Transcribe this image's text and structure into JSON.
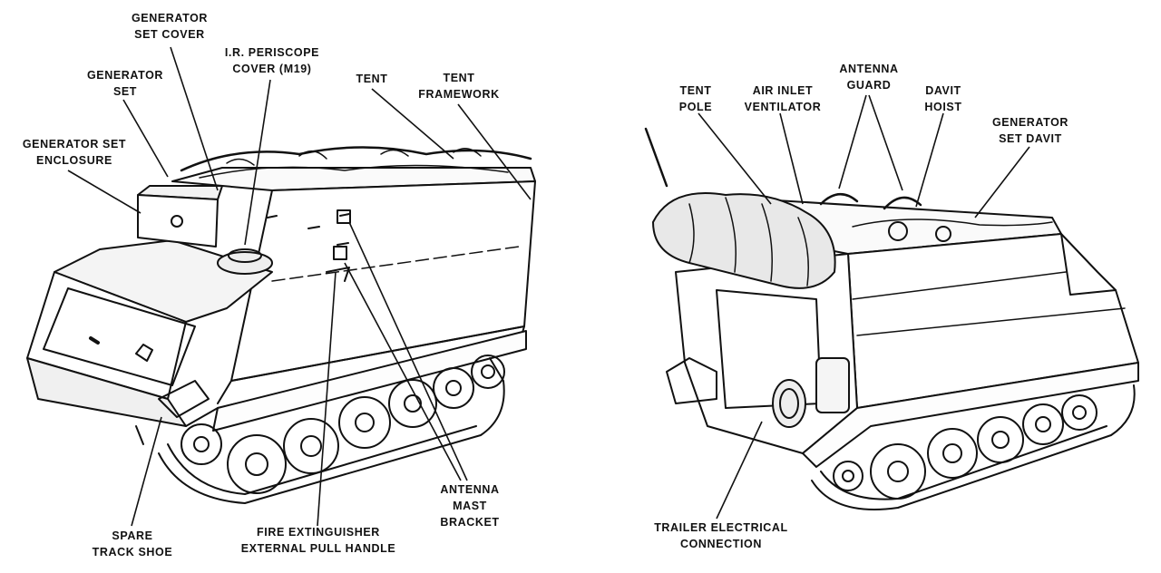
{
  "left_view": {
    "generator_set_cover": [
      "GENERATOR",
      "SET COVER"
    ],
    "ir_periscope_cover": [
      "I.R. PERISCOPE",
      "COVER (M19)"
    ],
    "generator_set": [
      "GENERATOR",
      "SET"
    ],
    "tent": [
      "TENT"
    ],
    "tent_framework": [
      "TENT",
      "FRAMEWORK"
    ],
    "generator_set_enclosure": [
      "GENERATOR SET",
      "ENCLOSURE"
    ],
    "antenna_mast_bracket": [
      "ANTENNA",
      "MAST",
      "BRACKET"
    ],
    "spare_track_shoe": [
      "SPARE",
      "TRACK SHOE"
    ],
    "fire_extinguisher": [
      "FIRE EXTINGUISHER",
      "EXTERNAL PULL HANDLE"
    ]
  },
  "right_view": {
    "tent_pole": [
      "TENT",
      "POLE"
    ],
    "air_inlet_ventilator": [
      "AIR INLET",
      "VENTILATOR"
    ],
    "antenna_guard": [
      "ANTENNA",
      "GUARD"
    ],
    "davit_hoist": [
      "DAVIT",
      "HOIST"
    ],
    "generator_set_davit": [
      "GENERATOR",
      "SET DAVIT"
    ],
    "trailer_electrical_connection": [
      "TRAILER ELECTRICAL",
      "CONNECTION"
    ]
  }
}
